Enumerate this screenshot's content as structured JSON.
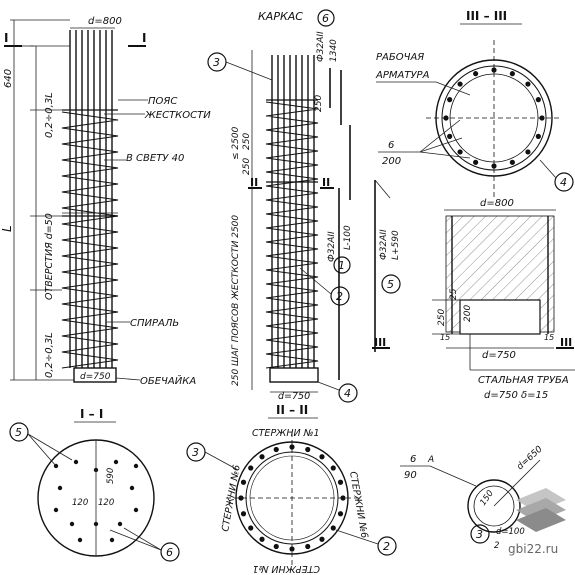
{
  "title": "КАРКАС",
  "pile": {
    "diameter_top": "d=800",
    "diameter_bottom": "d=750",
    "section_mark": "I",
    "dim_top": "640",
    "dim_zone_top": "0,2÷0,3L",
    "dim_L": "L",
    "dim_holes": "ОТВЕРСТИЯ d=50",
    "dim_zone_bottom": "0,2÷0,3L",
    "label_ring": "ПОЯС",
    "label_ring2": "ЖЕСТКОСТИ",
    "label_clear": "В СВЕТУ 40",
    "label_spiral": "СПИРАЛЬ",
    "label_shell": "ОБЕЧАЙКА"
  },
  "frame": {
    "ref_3": "3",
    "ref_6": "6",
    "ref_1": "1",
    "ref_2": "2",
    "ref_4": "4",
    "ref_5": "5",
    "bar_top": "Ф32АII",
    "dim_1340": "1340",
    "dim_250a": "250",
    "dim_2500": "≤ 2500",
    "dim_250b": "250",
    "dim_250c": "250",
    "dim_step": "250 ШАГ ПОЯСОВ ЖЕСТКОСТИ 2500",
    "dim_d750": "d=750",
    "bar_main": "Ф32АII",
    "bar_main_len": "L-100",
    "bar_side": "Ф32АII",
    "bar_side_len": "L+590",
    "section_mark": "II"
  },
  "section3": {
    "title": "III – III",
    "label_work": "РАБОЧАЯ",
    "label_work2": "АРМАТУРА",
    "frac_top": "6",
    "frac_bottom": "200",
    "ref": "4"
  },
  "detail": {
    "d800": "d=800",
    "d750": "d=750",
    "dim_250": "250",
    "dim_25": "25",
    "dim_200": "200",
    "dim_15a": "15",
    "dim_15b": "15",
    "section_mark": "III",
    "pipe_label": "СТАЛЬНАЯ ТРУБА",
    "pipe_spec": "d=750  δ=15"
  },
  "sectionI": {
    "title": "I – I",
    "ref_5": "5",
    "ref_6": "6",
    "dim_590": "590",
    "dim_120a": "120",
    "dim_120b": "120"
  },
  "sectionII": {
    "title": "II – II",
    "ref_3": "3",
    "ref_2": "2",
    "label_top": "СТЕРЖНИ №1",
    "label_left": "СТЕРЖНИ №6",
    "label_right": "СТЕРЖНИ №6",
    "label_bottom": "СТЕРЖНИ №1"
  },
  "ring_detail": {
    "frac_top": "6",
    "frac_bottom": "90",
    "ref": "A",
    "dim_d650": "d=650",
    "dim_150": "150",
    "dim_d100": "d=100",
    "dim_2": "2",
    "ref_3": "3"
  },
  "watermark": "gbi22.ru"
}
